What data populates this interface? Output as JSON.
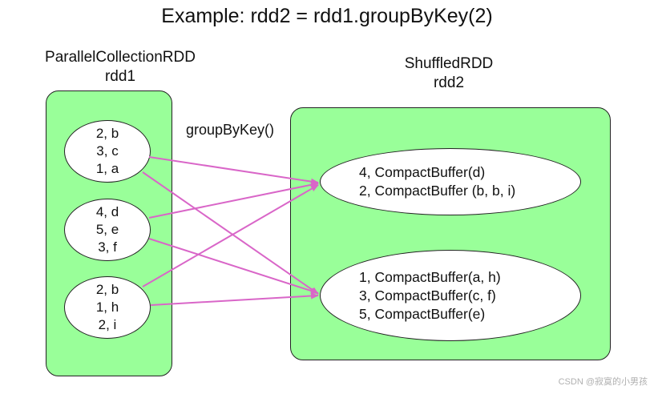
{
  "title": "Example: rdd2 = rdd1.groupByKey(2)",
  "left": {
    "type_label": "ParallelCollectionRDD",
    "name_label": "rdd1",
    "partitions": [
      [
        "2, b",
        "3, c",
        "1, a"
      ],
      [
        "4, d",
        "5, e",
        "3, f"
      ],
      [
        "2, b",
        "1, h",
        "2, i"
      ]
    ]
  },
  "operation": "groupByKey()",
  "right": {
    "type_label": "ShuffledRDD",
    "name_label": "rdd2",
    "partitions": [
      [
        "4, CompactBuffer(d)",
        "2, CompactBuffer (b, b, i)"
      ],
      [
        "1, CompactBuffer(a, h)",
        "3, CompactBuffer(c, f)",
        "5, CompactBuffer(e)"
      ]
    ]
  },
  "arrow_color": "#d966c8",
  "watermark": "CSDN @寂寞的小男孩"
}
